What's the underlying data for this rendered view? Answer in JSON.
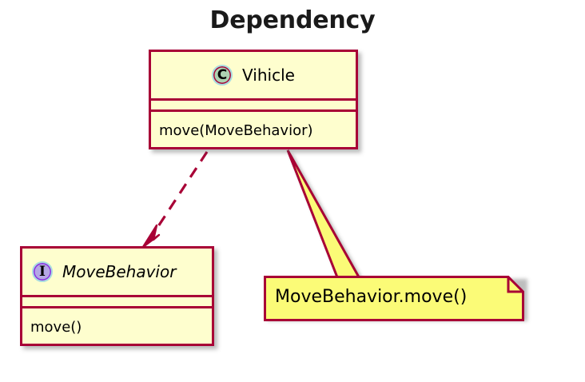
{
  "diagram": {
    "title": "Dependency",
    "type": "uml-class-diagram",
    "background_color": "#FFFFFF"
  },
  "colors": {
    "border": "#A80036",
    "class_fill": "#FEFECE",
    "note_fill": "#FBFB77",
    "class_icon_fill": "#ADD1B2",
    "interface_icon_fill": "#B4A7E5",
    "text": "#000000",
    "shadow": "#5A5A5A"
  },
  "classes": [
    {
      "id": "vihicle",
      "stereotype_letter": "C",
      "stereotype_name": "class",
      "name": "Vihicle",
      "italic": false,
      "attributes": [],
      "methods": [
        "move(MoveBehavior)"
      ]
    },
    {
      "id": "movebehavior",
      "stereotype_letter": "I",
      "stereotype_name": "interface",
      "name": "MoveBehavior",
      "italic": true,
      "attributes": [],
      "methods": [
        "move()"
      ]
    }
  ],
  "notes": [
    {
      "id": "note-move",
      "text": "MoveBehavior.move()",
      "attached_to": "vihicle"
    }
  ],
  "relationships": [
    {
      "id": "dependency-vihicle-movebehavior",
      "type": "dependency",
      "line_style": "dashed",
      "arrow_head": "open",
      "from": "Vihicle",
      "to": "MoveBehavior"
    }
  ]
}
